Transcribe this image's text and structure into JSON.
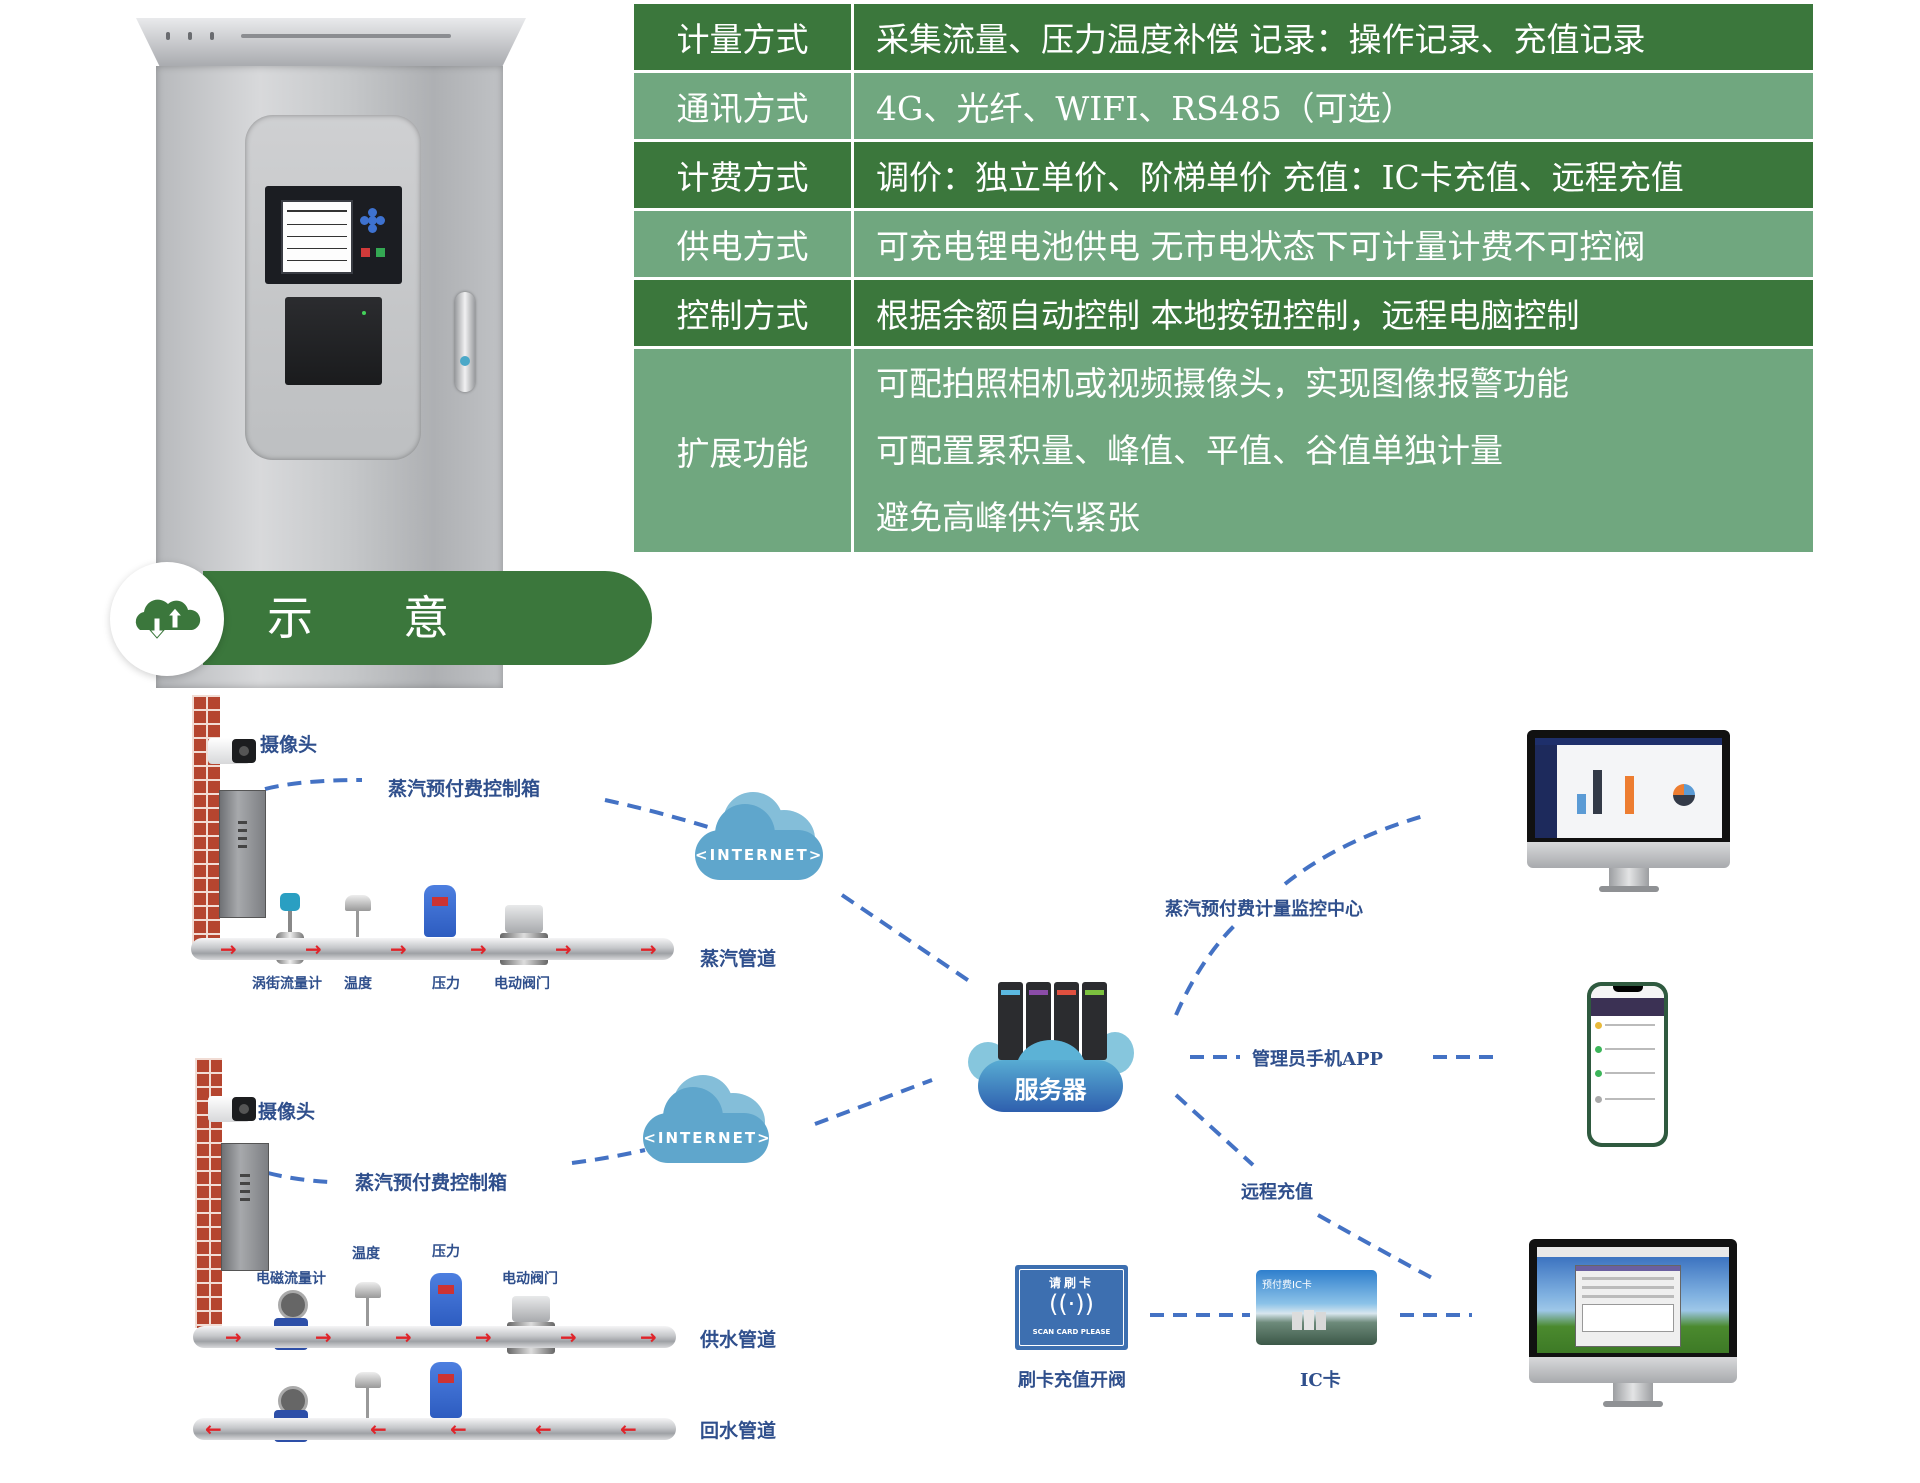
{
  "spec_table": {
    "rows": [
      {
        "label": "计量方式",
        "lines": [
          "采集流量、压力温度补偿  记录：操作记录、充值记录"
        ],
        "style": "dark"
      },
      {
        "label": "通讯方式",
        "lines": [
          "4G、光纤、WIFI、RS485（可选）"
        ],
        "style": "light"
      },
      {
        "label": "计费方式",
        "lines": [
          "调价：独立单价、阶梯单价  充值：IC卡充值、远程充值"
        ],
        "style": "dark"
      },
      {
        "label": "供电方式",
        "lines": [
          "可充电锂电池供电  无市电状态下可计量计费不可控阀"
        ],
        "style": "light"
      },
      {
        "label": "控制方式",
        "lines": [
          "根据余额自动控制  本地按钮控制，远程电脑控制"
        ],
        "style": "dark"
      },
      {
        "label": "扩展功能",
        "lines": [
          "可配拍照相机或视频摄像头，实现图像报警功能",
          "可配置累积量、峰值、平值、谷值单独计量",
          "避免高峰供汽紧张"
        ],
        "style": "light"
      }
    ],
    "colors": {
      "dark": "#3b773c",
      "light": "#70a77f"
    }
  },
  "section_banner": {
    "title": "示意图",
    "icon": "cloud-upload-download-icon"
  },
  "diagram": {
    "steam_site": {
      "camera_label": "摄像头",
      "box_label": "蒸汽预付费控制箱",
      "pipe_label": "蒸汽管道",
      "instruments": [
        "涡街流量计",
        "温度",
        "压力",
        "电动阀门"
      ]
    },
    "water_site": {
      "camera_label": "摄像头",
      "box_label": "蒸汽预付费控制箱",
      "supply_pipe_label": "供水管道",
      "return_pipe_label": "回水管道",
      "instruments": [
        "电磁流量计",
        "温度",
        "压力",
        "电动阀门"
      ]
    },
    "internet_label": "<INTERNET>",
    "server_label": "服务器",
    "monitor_center_label": "蒸汽预付费计量监控中心",
    "admin_app_label": "管理员手机APP",
    "remote_recharge_label": "远程充值",
    "card_reader": {
      "title": "请刷卡",
      "subtitle": "SCAN CARD PLEASE",
      "label": "刷卡充值开阀"
    },
    "ic_card": {
      "card_text": "预付费IC卡",
      "label": "IC卡"
    },
    "colors": {
      "label_text": "#2f4f8c",
      "dashed_line": "#4472c4",
      "cloud": "#5fa6cc",
      "flow_arrow": "#e0242a"
    }
  }
}
